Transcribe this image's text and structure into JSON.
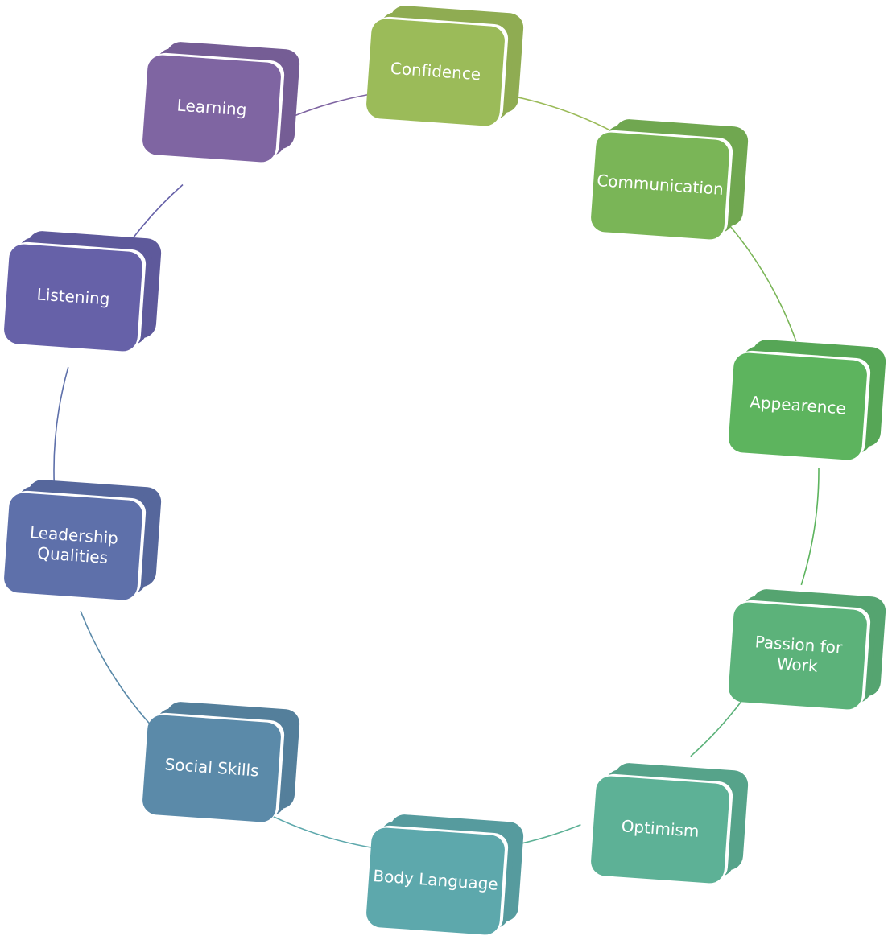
{
  "diagram": {
    "type": "cycle",
    "nodes": [
      {
        "id": "confidence",
        "lines": [
          "Confidence"
        ],
        "color": "#9bbb59"
      },
      {
        "id": "communication",
        "lines": [
          "Communication"
        ],
        "color": "#7ab557"
      },
      {
        "id": "appearence",
        "lines": [
          "Appearence"
        ],
        "color": "#5db45e"
      },
      {
        "id": "passion-for-work",
        "lines": [
          "Passion for",
          "Work"
        ],
        "color": "#5cb27a"
      },
      {
        "id": "optimism",
        "lines": [
          "Optimism"
        ],
        "color": "#5db196"
      },
      {
        "id": "body-language",
        "lines": [
          "Body Language"
        ],
        "color": "#5da8ac"
      },
      {
        "id": "social-skills",
        "lines": [
          "Social Skills"
        ],
        "color": "#5b8aa9"
      },
      {
        "id": "leadership-qualities",
        "lines": [
          "Leadership",
          "Qualities"
        ],
        "color": "#5e70aa"
      },
      {
        "id": "listening",
        "lines": [
          "Listening"
        ],
        "color": "#6661a8"
      },
      {
        "id": "learning",
        "lines": [
          "Learning"
        ],
        "color": "#7f65a2"
      }
    ]
  }
}
